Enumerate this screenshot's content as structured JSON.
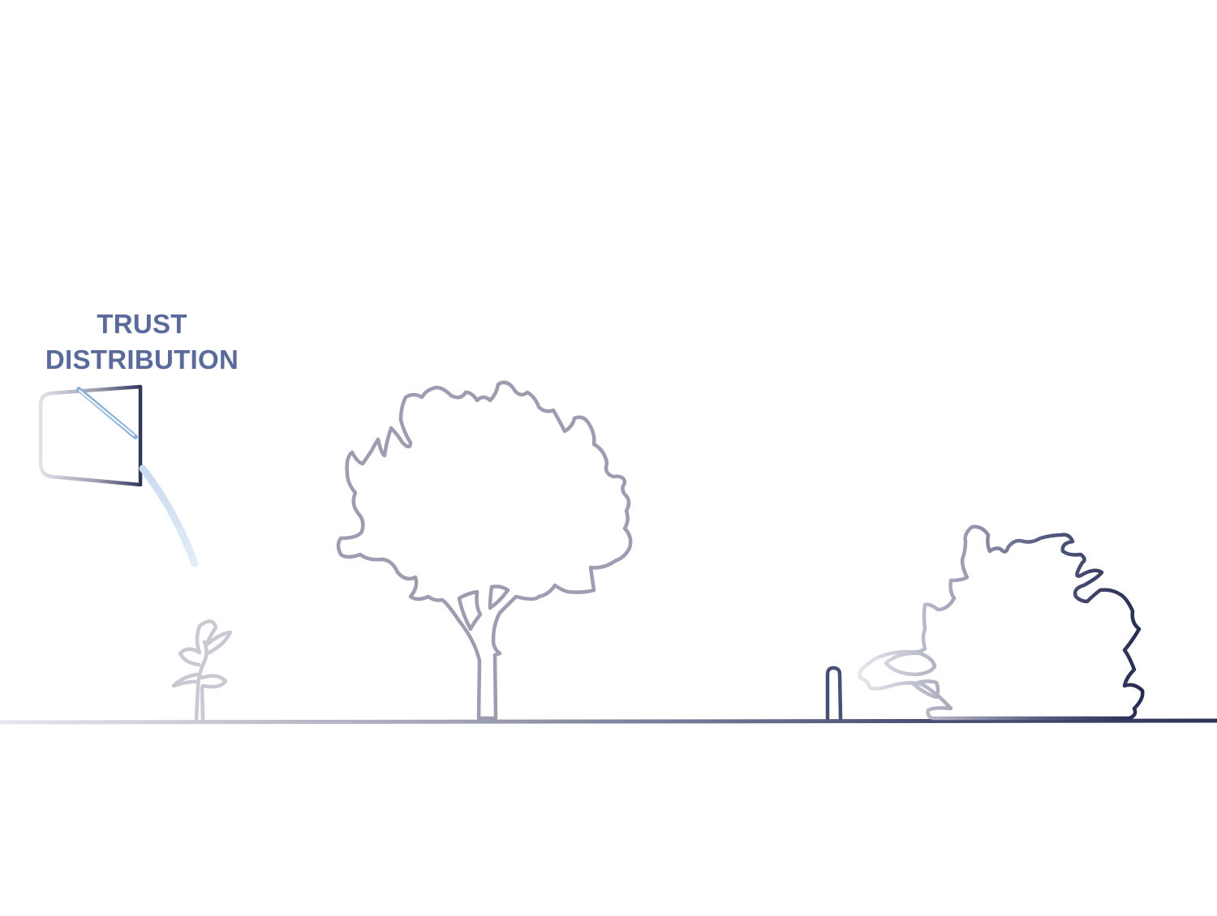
{
  "heading": {
    "line1": "TRUST",
    "line2": "DISTRIBUTION"
  },
  "colors": {
    "heading": "#5a6a9a",
    "stroke_light": "#e6e7ec",
    "stroke_mid": "#9c9cb0",
    "stroke_dark": "#2c3258",
    "kite_tail": "#d6e4f2",
    "kite_spar": "#8fb3d8"
  },
  "icons": {
    "kite": "kite-icon",
    "sprout": "sprout-icon",
    "tree": "tree-icon",
    "post": "post-icon",
    "toppled_tree": "fallen-tree-icon",
    "ground": "ground-line"
  }
}
